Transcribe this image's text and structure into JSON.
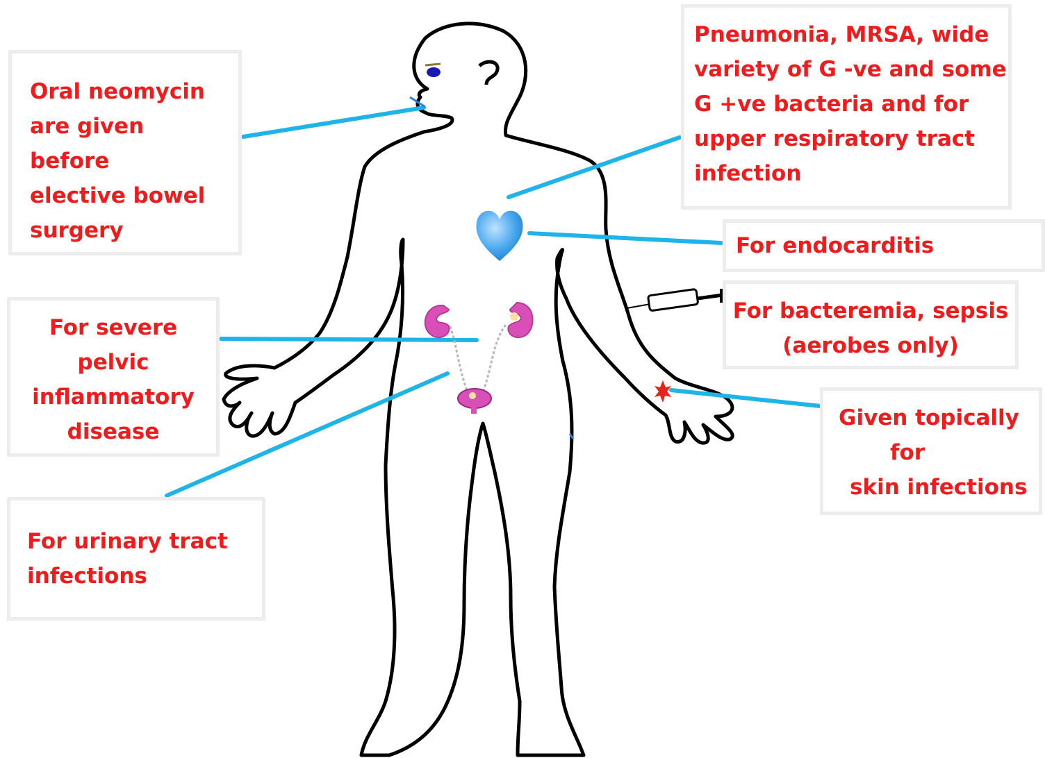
{
  "labels": {
    "oral": [
      "Oral neomycin",
      "are given",
      "before",
      "elective bowel",
      "surgery"
    ],
    "pneumonia": [
      "Pneumonia, MRSA, wide",
      "variety of G -ve and some",
      "G +ve bacteria and for",
      "upper respiratory tract",
      "infection"
    ],
    "endocarditis": [
      "For endocarditis"
    ],
    "bacteremia": [
      "For bacteremia, sepsis",
      "(aerobes only)"
    ],
    "pelvic": [
      "For severe",
      "pelvic",
      "inflammatory",
      "disease"
    ],
    "urinary": [
      "For urinary tract",
      "infections"
    ],
    "skin": [
      "Given topically",
      "for",
      "skin infections"
    ]
  },
  "colors": {
    "label_text": "#ee1c1c",
    "leader_line": "#1fb4e8",
    "box_border": "#ececec",
    "body_outline": "#000000",
    "heart": "#4aa8ee",
    "organ": "#d94fb8",
    "wound": "#e8231c"
  },
  "icons": [
    "eye-icon",
    "heart-icon",
    "kidney-icon",
    "bladder-icon",
    "syringe-icon",
    "wound-icon"
  ]
}
